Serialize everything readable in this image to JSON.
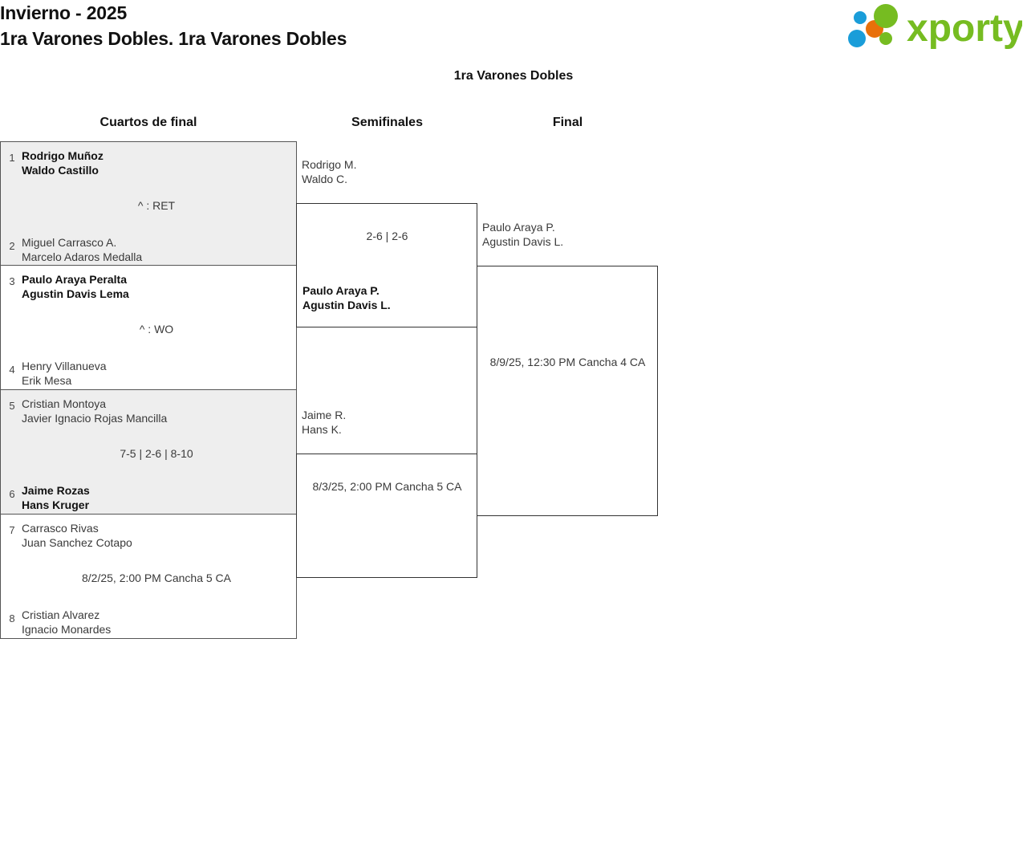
{
  "header": {
    "title": "Invierno - 2025",
    "subtitle": "1ra Varones Dobles. 1ra Varones Dobles",
    "logo_text": "xporty",
    "logo_colors": {
      "green": "#76bc21",
      "orange": "#e8700a",
      "blue": "#1a9dd9"
    }
  },
  "category_title": "1ra Varones Dobles",
  "rounds": [
    {
      "label": "Cuartos de final"
    },
    {
      "label": "Semifinales"
    },
    {
      "label": "Final"
    }
  ],
  "quarterfinals": [
    {
      "shaded": true,
      "top": {
        "seed": "1",
        "line1": "Rodrigo Muñoz",
        "line2": "Waldo Castillo",
        "winner": true
      },
      "bottom": {
        "seed": "2",
        "line1": "Miguel Carrasco A.",
        "line2": "Marcelo Adaros Medalla",
        "winner": false
      },
      "score": "^ : RET"
    },
    {
      "shaded": false,
      "top": {
        "seed": "3",
        "line1": "Paulo Araya Peralta",
        "line2": "Agustin Davis Lema",
        "winner": true
      },
      "bottom": {
        "seed": "4",
        "line1": "Henry Villanueva",
        "line2": "Erik Mesa",
        "winner": false
      },
      "score": "^ : WO"
    },
    {
      "shaded": true,
      "top": {
        "seed": "5",
        "line1": "Cristian Montoya",
        "line2": "Javier Ignacio Rojas Mancilla",
        "winner": false
      },
      "bottom": {
        "seed": "6",
        "line1": "Jaime Rozas",
        "line2": "Hans Kruger",
        "winner": true
      },
      "score": "7-5 | 2-6 | 8-10"
    },
    {
      "shaded": false,
      "top": {
        "seed": "7",
        "line1": "Carrasco Rivas",
        "line2": "Juan Sanchez Cotapo",
        "winner": false
      },
      "bottom": {
        "seed": "8",
        "line1": "Cristian Alvarez",
        "line2": "Ignacio Monardes",
        "winner": false
      },
      "score": "8/2/25, 2:00 PM Cancha 5 CA"
    }
  ],
  "semifinals": [
    {
      "top": {
        "line1": "Rodrigo M.",
        "line2": "Waldo C.",
        "winner": false
      },
      "bottom": {
        "line1": "Paulo Araya P.",
        "line2": "Agustin Davis L.",
        "winner": true
      },
      "score": "2-6 | 2-6"
    },
    {
      "top": {
        "line1": "Jaime R.",
        "line2": "Hans K.",
        "winner": false
      },
      "bottom": {
        "line1": "",
        "line2": "",
        "winner": false
      },
      "score": "8/3/25, 2:00 PM Cancha 5 CA"
    }
  ],
  "final": {
    "top": {
      "line1": "Paulo Araya P.",
      "line2": "Agustin Davis L.",
      "winner": false
    },
    "bottom": {
      "line1": "",
      "line2": "",
      "winner": false
    },
    "score": "8/9/25, 12:30 PM Cancha 4 CA"
  }
}
